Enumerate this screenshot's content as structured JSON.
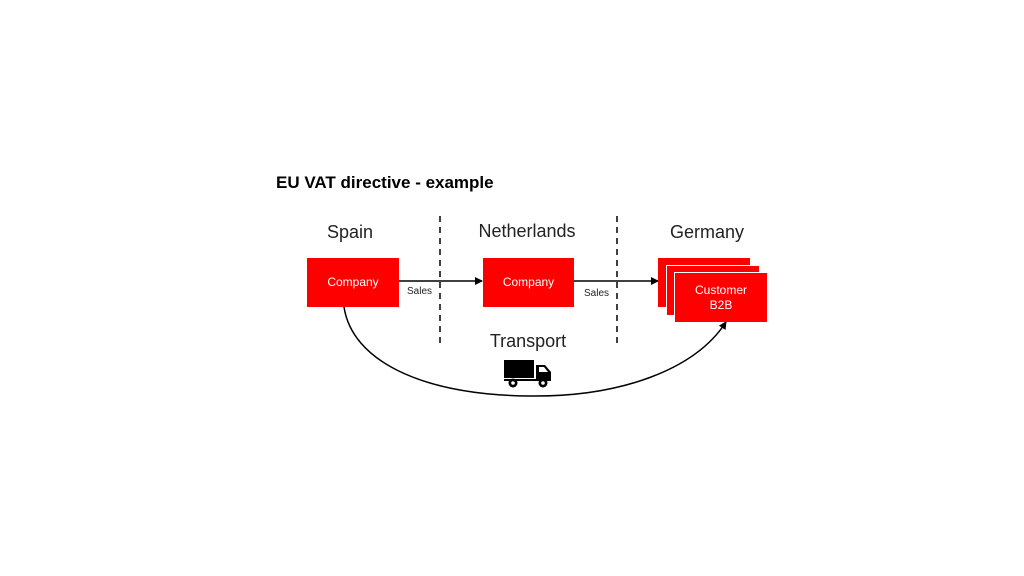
{
  "diagram": {
    "title": "EU VAT directive - example",
    "countries": [
      "Spain",
      "Netherlands",
      "Germany"
    ],
    "nodes": {
      "spain_company": "Company",
      "netherlands_company": "Company",
      "germany_customer": "Customer\nB2B"
    },
    "edges": {
      "sales_1": "Sales",
      "sales_2": "Sales"
    },
    "transport_label": "Transport",
    "icons": {
      "truck": "truck-icon"
    },
    "colors": {
      "node_fill": "#ff0000",
      "node_text": "#ffffff",
      "line": "#000000"
    }
  }
}
